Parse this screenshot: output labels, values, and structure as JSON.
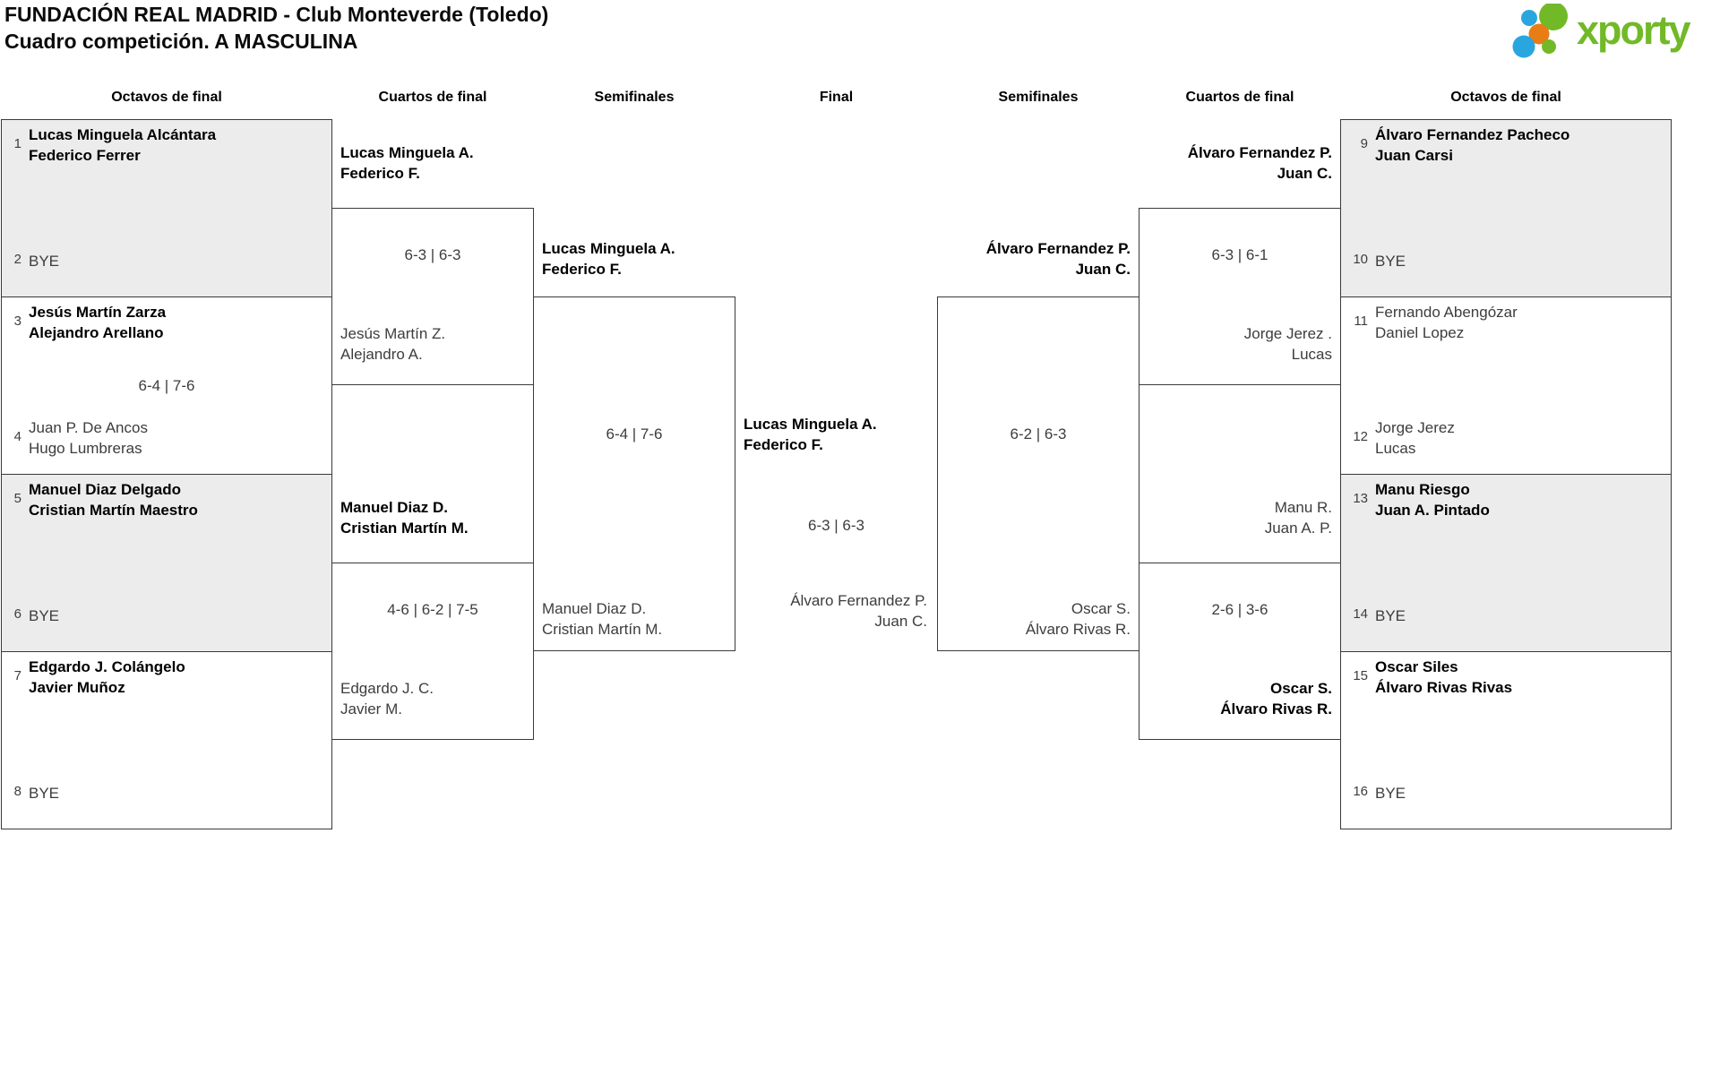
{
  "header": {
    "title_line1": "FUNDACIÓN REAL MADRID - Club Monteverde (Toledo)",
    "title_line2": "Cuadro competición. A MASCULINA"
  },
  "logo": {
    "text": "xporty",
    "green": "#72b928",
    "blue": "#2aa6df",
    "orange": "#e87c15"
  },
  "round_headers": [
    "Octavos de final",
    "Cuartos de final",
    "Semifinales",
    "Final",
    "Semifinales",
    "Cuartos de final",
    "Octavos de final"
  ],
  "octavos_left": [
    {
      "num_top": "1",
      "top1": "Lucas Minguela Alcántara",
      "top2": "Federico Ferrer",
      "num_bot": "2",
      "bot1": "BYE"
    },
    {
      "num_top": "3",
      "top1": "Jesús Martín Zarza",
      "top2": "Alejandro Arellano",
      "num_bot": "4",
      "bot1": "Juan P. De Ancos",
      "bot2": "Hugo Lumbreras",
      "score": "6-4 | 7-6"
    },
    {
      "num_top": "5",
      "top1": "Manuel Diaz Delgado",
      "top2": "Cristian Martín Maestro",
      "num_bot": "6",
      "bot1": "BYE"
    },
    {
      "num_top": "7",
      "top1": "Edgardo J. Colángelo",
      "top2": "Javier Muñoz",
      "num_bot": "8",
      "bot1": "BYE"
    }
  ],
  "octavos_right": [
    {
      "num_top": "9",
      "top1": "Álvaro Fernandez Pacheco",
      "top2": "Juan Carsi",
      "num_bot": "10",
      "bot1": "BYE"
    },
    {
      "num_top": "11",
      "top1": "Fernando Abengózar",
      "top2": "Daniel Lopez",
      "num_bot": "12",
      "bot1": "Jorge Jerez",
      "bot2": "Lucas"
    },
    {
      "num_top": "13",
      "top1": "Manu Riesgo",
      "top2": "Juan A. Pintado",
      "num_bot": "14",
      "bot1": "BYE"
    },
    {
      "num_top": "15",
      "top1": "Oscar Siles",
      "top2": "Álvaro Rivas Rivas",
      "num_bot": "16",
      "bot1": "BYE"
    }
  ],
  "cuartos_left": [
    {
      "top1": "Lucas Minguela A.",
      "top2": "Federico F.",
      "score": "6-3 | 6-3",
      "bot1": "Jesús Martín Z.",
      "bot2": "Alejandro A."
    },
    {
      "top1": "Manuel Diaz D.",
      "top2": "Cristian Martín M.",
      "score": "4-6 | 6-2 | 7-5",
      "bot1": "Edgardo J. C.",
      "bot2": "Javier M."
    }
  ],
  "cuartos_right": [
    {
      "top1": "Álvaro Fernandez P.",
      "top2": "Juan C.",
      "score": "6-3 | 6-1",
      "bot1": "Jorge Jerez .",
      "bot2": "Lucas"
    },
    {
      "top1": "Manu R.",
      "top2": "Juan A. P.",
      "score": "2-6 | 3-6",
      "bot1": "Oscar S.",
      "bot2": "Álvaro Rivas R."
    }
  ],
  "semis_left": {
    "top1": "Lucas Minguela A.",
    "top2": "Federico F.",
    "score": "6-4 | 7-6",
    "bot1": "Manuel Diaz D.",
    "bot2": "Cristian Martín M."
  },
  "semis_right": {
    "top1": "Álvaro Fernandez P.",
    "top2": "Juan C.",
    "score": "6-2 | 6-3",
    "bot1": "Oscar S.",
    "bot2": "Álvaro Rivas R."
  },
  "final": {
    "top1": "Lucas Minguela A.",
    "top2": "Federico F.",
    "score": "6-3 | 6-3",
    "bot1": "Álvaro Fernandez P.",
    "bot2": "Juan C."
  }
}
